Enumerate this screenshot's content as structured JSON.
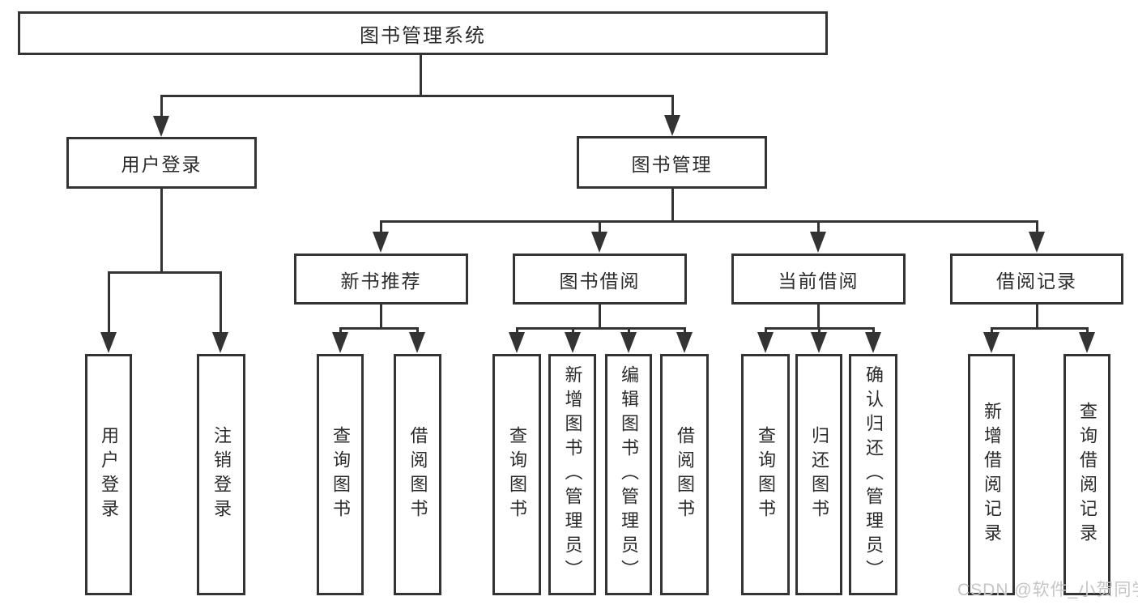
{
  "diagram_title": "图书管理系统",
  "tree": {
    "root": {
      "label": "图书管理系统"
    },
    "branches": [
      {
        "label": "用户登录",
        "children": [
          {
            "label": "用户登录"
          },
          {
            "label": "注销登录"
          }
        ]
      },
      {
        "label": "图书管理",
        "children": [
          {
            "label": "新书推荐",
            "children": [
              {
                "label": "查询图书"
              },
              {
                "label": "借阅图书"
              }
            ]
          },
          {
            "label": "图书借阅",
            "children": [
              {
                "label": "查询图书"
              },
              {
                "label": "新增图书（管理员）"
              },
              {
                "label": "编辑图书（管理员）"
              },
              {
                "label": "借阅图书"
              }
            ]
          },
          {
            "label": "当前借阅",
            "children": [
              {
                "label": "查询图书"
              },
              {
                "label": "归还图书"
              },
              {
                "label": "确认归还（管理员）"
              }
            ]
          },
          {
            "label": "借阅记录",
            "children": [
              {
                "label": "新增借阅记录"
              },
              {
                "label": "查询借阅记录"
              }
            ]
          }
        ]
      }
    ]
  },
  "watermark": {
    "text": "CSDN @软件_小贺同学"
  },
  "colors": {
    "line": "#333333",
    "text": "#2b2b2b",
    "watermark": "#c5c5c5",
    "background": "#ffffff"
  }
}
